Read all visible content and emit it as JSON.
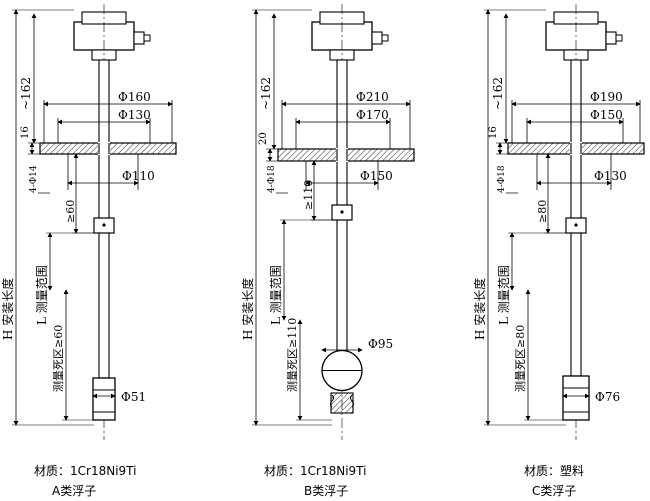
{
  "variants": [
    {
      "id": "A",
      "dims": {
        "d1": "Φ160",
        "d2": "Φ130",
        "d3": "Φ110",
        "bolt": "4-Φ14",
        "flange_thk": "16",
        "top_len": "~162",
        "float_gap": "≥60",
        "dead_zone": "测量死区≥60",
        "float_d": "Φ51"
      },
      "material": "材质：1Cr18Ni9Ti",
      "float_type": "A类浮子"
    },
    {
      "id": "B",
      "dims": {
        "d1": "Φ210",
        "d2": "Φ170",
        "d3": "Φ150",
        "bolt": "4-Φ18",
        "flange_thk": "20",
        "top_len": "~162",
        "float_gap": "≥110",
        "dead_zone": "测量死区≥110",
        "float_d": "Φ95"
      },
      "material": "材质：1Cr18Ni9Ti",
      "float_type": "B类浮子"
    },
    {
      "id": "C",
      "dims": {
        "d1": "Φ190",
        "d2": "Φ150",
        "d3": "Φ130",
        "bolt": "4-Φ18",
        "flange_thk": "16",
        "top_len": "~162",
        "float_gap": "≥80",
        "dead_zone": "测量死区≥80",
        "float_d": "Φ76"
      },
      "material": "材质：塑料",
      "float_type": "C类浮子"
    }
  ],
  "common": {
    "install_length": "H 安装长度",
    "measure_range": "L 测量范围"
  }
}
